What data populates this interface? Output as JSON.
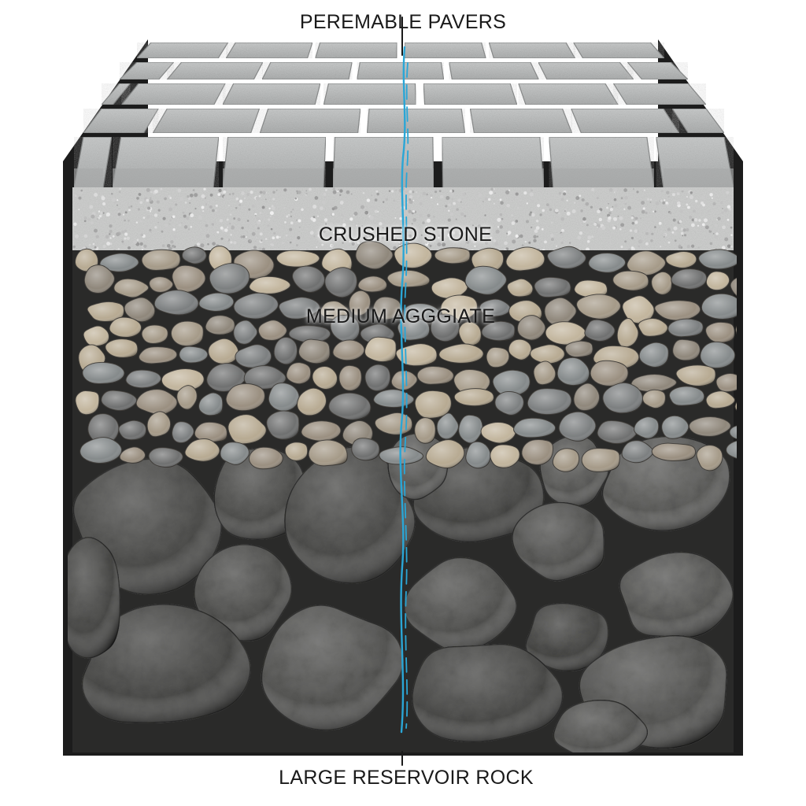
{
  "labels": {
    "pavers": "PEREMABLE PAVERS",
    "crushed_stone": "CRUSHED STONE",
    "medium_aggregate": "MEDIUM AGGGIATE",
    "reservoir_rock": "LARGE RESERVOIR ROCK"
  },
  "colors": {
    "paver": "#b9bbbb",
    "paver_joint": "#8c8e8e",
    "crushed_stone": "#cfd0cf",
    "medium_pebble_tones": [
      "#8f877b",
      "#a59a88",
      "#7c7f80",
      "#b7aa92",
      "#6f7070",
      "#9a8f80",
      "#c2b59d",
      "#858a8b"
    ],
    "reservoir_rock": "#545452",
    "container_liner": "#1c1c1c",
    "water_flow": "#2aa6d6"
  },
  "icons": {
    "water_flow": "water-flow-icon"
  }
}
